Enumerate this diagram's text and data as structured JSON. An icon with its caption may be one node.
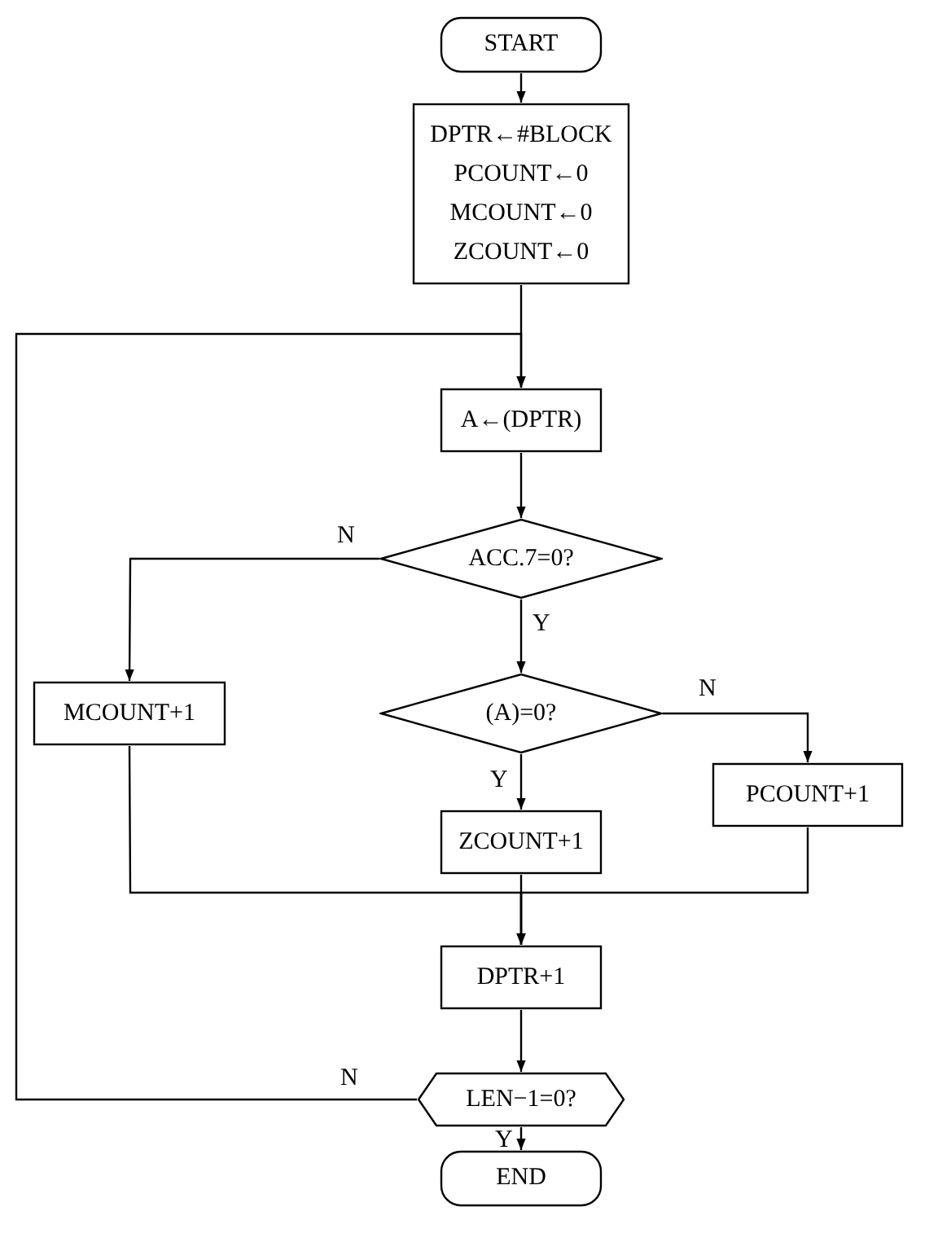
{
  "diagram": {
    "nodes": [
      {
        "text": [
          "START"
        ]
      },
      {
        "text": [
          "DPTR←#BLOCK",
          "PCOUNT←0",
          "MCOUNT←0",
          "ZCOUNT←0"
        ]
      },
      {
        "text": [
          "A←(DPTR)"
        ]
      },
      {
        "text": [
          "ACC.7=0?"
        ]
      },
      {
        "text": [
          "MCOUNT+1"
        ]
      },
      {
        "text": [
          "(A)=0?"
        ]
      },
      {
        "text": [
          "PCOUNT+1"
        ]
      },
      {
        "text": [
          "ZCOUNT+1"
        ]
      },
      {
        "text": [
          "DPTR+1"
        ]
      },
      {
        "text": [
          "LEN−1=0?"
        ]
      },
      {
        "text": [
          "END"
        ]
      }
    ],
    "edges": [
      {
        "from": 0,
        "to": 1,
        "arrow": "to"
      },
      {
        "from": 1,
        "to": 2,
        "arrow": "to"
      },
      {
        "from": 2,
        "to": 3,
        "arrow": "to"
      },
      {
        "from": 3,
        "to": 4,
        "arrow": "to",
        "label": "N"
      },
      {
        "from": 3,
        "to": 5,
        "arrow": "to",
        "label": "Y"
      },
      {
        "from": 5,
        "to": 6,
        "arrow": "to",
        "label": "N"
      },
      {
        "from": 5,
        "to": 7,
        "arrow": "to",
        "label": "Y"
      },
      {
        "from": 4,
        "to": 8,
        "arrow": "to"
      },
      {
        "from": 7,
        "to": 8,
        "arrow": "to"
      },
      {
        "from": 6,
        "to": 8,
        "arrow": "to"
      },
      {
        "from": 8,
        "to": 9,
        "arrow": "to"
      },
      {
        "from": 9,
        "to": 2,
        "arrow": "to",
        "label": "N"
      },
      {
        "from": 9,
        "to": 10,
        "arrow": "to",
        "label": "Y"
      }
    ]
  }
}
